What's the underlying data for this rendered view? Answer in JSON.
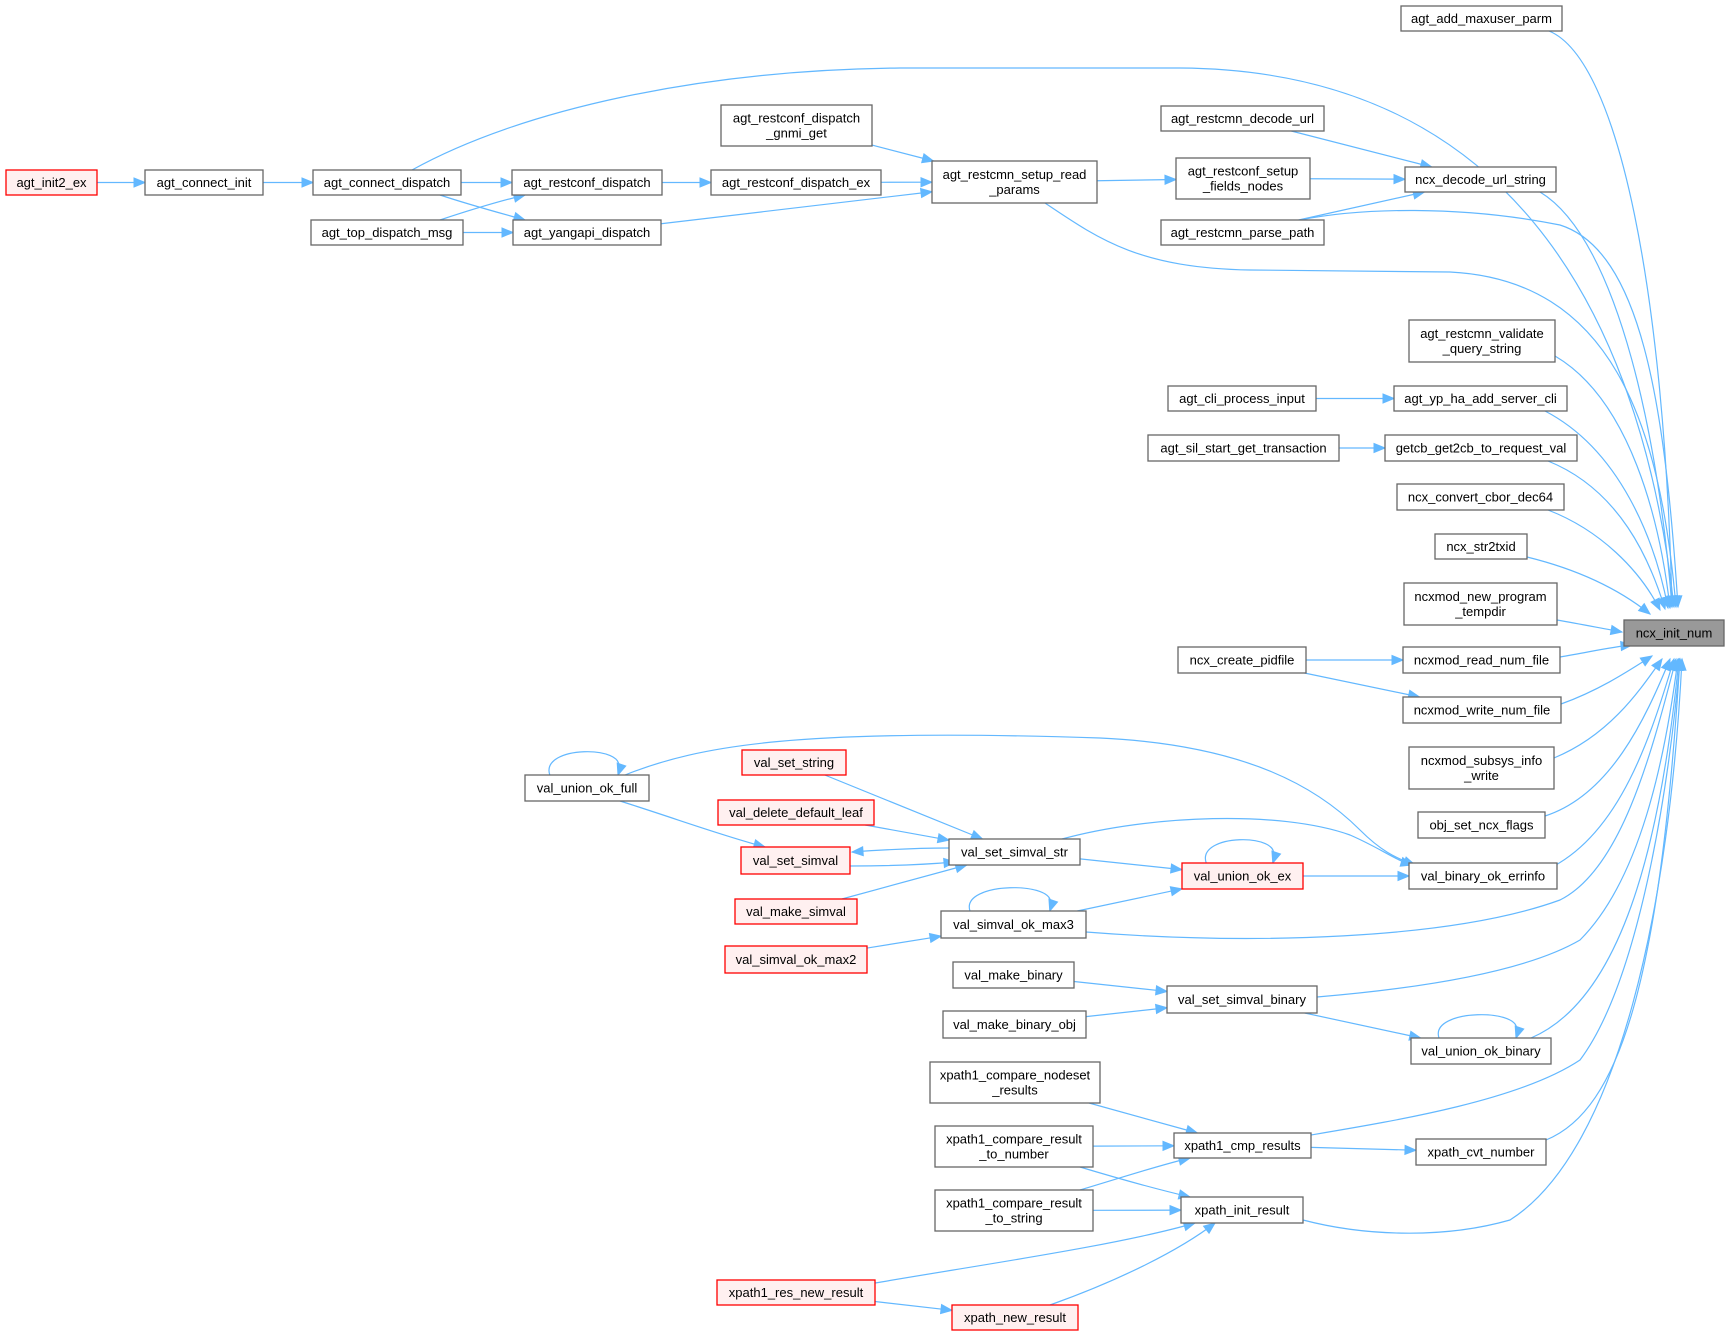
{
  "diagram": {
    "title": "Call graph of ncx_init_num",
    "colors": {
      "edge": "#63b8ff",
      "node_border": "#666666",
      "node_fill": "#ffffff",
      "truncated_border": "#ff0000",
      "truncated_fill": "#fff0f0",
      "target_fill": "#999999"
    },
    "nodes": [
      {
        "id": "ncx_init_num",
        "lines": [
          "ncx_init_num"
        ],
        "style": "target"
      },
      {
        "id": "agt_add_maxuser_parm",
        "lines": [
          "agt_add_maxuser_parm"
        ],
        "style": "normal"
      },
      {
        "id": "agt_init2_ex",
        "lines": [
          "agt_init2_ex"
        ],
        "style": "truncated"
      },
      {
        "id": "agt_connect_init",
        "lines": [
          "agt_connect_init"
        ],
        "style": "normal"
      },
      {
        "id": "agt_connect_dispatch",
        "lines": [
          "agt_connect_dispatch"
        ],
        "style": "normal"
      },
      {
        "id": "agt_restconf_dispatch",
        "lines": [
          "agt_restconf_dispatch"
        ],
        "style": "normal"
      },
      {
        "id": "agt_top_dispatch_msg",
        "lines": [
          "agt_top_dispatch_msg"
        ],
        "style": "normal"
      },
      {
        "id": "agt_yangapi_dispatch",
        "lines": [
          "agt_yangapi_dispatch"
        ],
        "style": "normal"
      },
      {
        "id": "agt_restconf_dispatch_gnmi_get",
        "lines": [
          "agt_restconf_dispatch",
          "_gnmi_get"
        ],
        "style": "normal"
      },
      {
        "id": "agt_restconf_dispatch_ex",
        "lines": [
          "agt_restconf_dispatch_ex"
        ],
        "style": "normal"
      },
      {
        "id": "agt_restcmn_setup_read_params",
        "lines": [
          "agt_restcmn_setup_read",
          "_params"
        ],
        "style": "normal"
      },
      {
        "id": "agt_restcmn_decode_url",
        "lines": [
          "agt_restcmn_decode_url"
        ],
        "style": "normal"
      },
      {
        "id": "agt_restconf_setup_fields_nodes",
        "lines": [
          "agt_restconf_setup",
          "_fields_nodes"
        ],
        "style": "normal"
      },
      {
        "id": "agt_restcmn_parse_path",
        "lines": [
          "agt_restcmn_parse_path"
        ],
        "style": "normal"
      },
      {
        "id": "ncx_decode_url_string",
        "lines": [
          "ncx_decode_url_string"
        ],
        "style": "normal"
      },
      {
        "id": "agt_restcmn_validate_query_string",
        "lines": [
          "agt_restcmn_validate",
          "_query_string"
        ],
        "style": "normal"
      },
      {
        "id": "agt_cli_process_input",
        "lines": [
          "agt_cli_process_input"
        ],
        "style": "normal"
      },
      {
        "id": "agt_yp_ha_add_server_cli",
        "lines": [
          "agt_yp_ha_add_server_cli"
        ],
        "style": "normal"
      },
      {
        "id": "agt_sil_start_get_transaction",
        "lines": [
          "agt_sil_start_get_transaction"
        ],
        "style": "normal"
      },
      {
        "id": "getcb_get2cb_to_request_val",
        "lines": [
          "getcb_get2cb_to_request_val"
        ],
        "style": "normal"
      },
      {
        "id": "ncx_convert_cbor_dec64",
        "lines": [
          "ncx_convert_cbor_dec64"
        ],
        "style": "normal"
      },
      {
        "id": "ncx_str2txid",
        "lines": [
          "ncx_str2txid"
        ],
        "style": "normal"
      },
      {
        "id": "ncxmod_new_program_tempdir",
        "lines": [
          "ncxmod_new_program",
          "_tempdir"
        ],
        "style": "normal"
      },
      {
        "id": "ncx_create_pidfile",
        "lines": [
          "ncx_create_pidfile"
        ],
        "style": "normal"
      },
      {
        "id": "ncxmod_read_num_file",
        "lines": [
          "ncxmod_read_num_file"
        ],
        "style": "normal"
      },
      {
        "id": "ncxmod_write_num_file",
        "lines": [
          "ncxmod_write_num_file"
        ],
        "style": "normal"
      },
      {
        "id": "ncxmod_subsys_info_write",
        "lines": [
          "ncxmod_subsys_info",
          "_write"
        ],
        "style": "normal"
      },
      {
        "id": "obj_set_ncx_flags",
        "lines": [
          "obj_set_ncx_flags"
        ],
        "style": "normal"
      },
      {
        "id": "val_union_ok_full",
        "lines": [
          "val_union_ok_full"
        ],
        "style": "normal"
      },
      {
        "id": "val_set_string",
        "lines": [
          "val_set_string"
        ],
        "style": "truncated"
      },
      {
        "id": "val_delete_default_leaf",
        "lines": [
          "val_delete_default_leaf"
        ],
        "style": "truncated"
      },
      {
        "id": "val_set_simval",
        "lines": [
          "val_set_simval"
        ],
        "style": "truncated"
      },
      {
        "id": "val_set_simval_str",
        "lines": [
          "val_set_simval_str"
        ],
        "style": "normal"
      },
      {
        "id": "val_make_simval",
        "lines": [
          "val_make_simval"
        ],
        "style": "truncated"
      },
      {
        "id": "val_union_ok_ex",
        "lines": [
          "val_union_ok_ex"
        ],
        "style": "truncated"
      },
      {
        "id": "val_binary_ok_errinfo",
        "lines": [
          "val_binary_ok_errinfo"
        ],
        "style": "normal"
      },
      {
        "id": "val_simval_ok_max3",
        "lines": [
          "val_simval_ok_max3"
        ],
        "style": "normal"
      },
      {
        "id": "val_simval_ok_max2",
        "lines": [
          "val_simval_ok_max2"
        ],
        "style": "truncated"
      },
      {
        "id": "val_make_binary",
        "lines": [
          "val_make_binary"
        ],
        "style": "normal"
      },
      {
        "id": "val_set_simval_binary",
        "lines": [
          "val_set_simval_binary"
        ],
        "style": "normal"
      },
      {
        "id": "val_make_binary_obj",
        "lines": [
          "val_make_binary_obj"
        ],
        "style": "normal"
      },
      {
        "id": "val_union_ok_binary",
        "lines": [
          "val_union_ok_binary"
        ],
        "style": "normal"
      },
      {
        "id": "xpath1_compare_nodeset_results",
        "lines": [
          "xpath1_compare_nodeset",
          "_results"
        ],
        "style": "normal"
      },
      {
        "id": "xpath1_cmp_results",
        "lines": [
          "xpath1_cmp_results"
        ],
        "style": "normal"
      },
      {
        "id": "xpath1_compare_result_to_number",
        "lines": [
          "xpath1_compare_result",
          "_to_number"
        ],
        "style": "normal"
      },
      {
        "id": "xpath_cvt_number",
        "lines": [
          "xpath_cvt_number"
        ],
        "style": "normal"
      },
      {
        "id": "xpath1_compare_result_to_string",
        "lines": [
          "xpath1_compare_result",
          "_to_string"
        ],
        "style": "normal"
      },
      {
        "id": "xpath_init_result",
        "lines": [
          "xpath_init_result"
        ],
        "style": "normal"
      },
      {
        "id": "xpath1_res_new_result",
        "lines": [
          "xpath1_res_new_result"
        ],
        "style": "truncated"
      },
      {
        "id": "xpath_new_result",
        "lines": [
          "xpath_new_result"
        ],
        "style": "truncated"
      }
    ],
    "edges": [
      [
        "agt_init2_ex",
        "agt_connect_init"
      ],
      [
        "agt_connect_init",
        "agt_connect_dispatch"
      ],
      [
        "agt_connect_dispatch",
        "agt_restconf_dispatch"
      ],
      [
        "agt_connect_dispatch",
        "agt_yangapi_dispatch"
      ],
      [
        "agt_connect_dispatch",
        "ncx_init_num"
      ],
      [
        "agt_top_dispatch_msg",
        "agt_restconf_dispatch"
      ],
      [
        "agt_top_dispatch_msg",
        "agt_yangapi_dispatch"
      ],
      [
        "agt_restconf_dispatch",
        "agt_restconf_dispatch_ex"
      ],
      [
        "agt_restconf_dispatch_ex",
        "agt_restcmn_setup_read_params"
      ],
      [
        "agt_restconf_dispatch_gnmi_get",
        "agt_restcmn_setup_read_params"
      ],
      [
        "agt_yangapi_dispatch",
        "agt_restcmn_setup_read_params"
      ],
      [
        "agt_restcmn_setup_read_params",
        "agt_restconf_setup_fields_nodes"
      ],
      [
        "agt_restcmn_setup_read_params",
        "ncx_init_num"
      ],
      [
        "agt_restcmn_decode_url",
        "ncx_decode_url_string"
      ],
      [
        "agt_restconf_setup_fields_nodes",
        "ncx_decode_url_string"
      ],
      [
        "agt_restcmn_parse_path",
        "ncx_decode_url_string"
      ],
      [
        "agt_restcmn_parse_path",
        "ncx_init_num"
      ],
      [
        "ncx_decode_url_string",
        "ncx_init_num"
      ],
      [
        "agt_add_maxuser_parm",
        "ncx_init_num"
      ],
      [
        "agt_restcmn_validate_query_string",
        "ncx_init_num"
      ],
      [
        "agt_cli_process_input",
        "agt_yp_ha_add_server_cli"
      ],
      [
        "agt_yp_ha_add_server_cli",
        "ncx_init_num"
      ],
      [
        "agt_sil_start_get_transaction",
        "getcb_get2cb_to_request_val"
      ],
      [
        "getcb_get2cb_to_request_val",
        "ncx_init_num"
      ],
      [
        "ncx_convert_cbor_dec64",
        "ncx_init_num"
      ],
      [
        "ncx_str2txid",
        "ncx_init_num"
      ],
      [
        "ncxmod_new_program_tempdir",
        "ncx_init_num"
      ],
      [
        "ncx_create_pidfile",
        "ncxmod_read_num_file"
      ],
      [
        "ncx_create_pidfile",
        "ncxmod_write_num_file"
      ],
      [
        "ncxmod_read_num_file",
        "ncx_init_num"
      ],
      [
        "ncxmod_write_num_file",
        "ncx_init_num"
      ],
      [
        "ncxmod_subsys_info_write",
        "ncx_init_num"
      ],
      [
        "obj_set_ncx_flags",
        "ncx_init_num"
      ],
      [
        "val_union_ok_full",
        "val_union_ok_full"
      ],
      [
        "val_union_ok_full",
        "val_set_simval"
      ],
      [
        "val_union_ok_full",
        "val_binary_ok_errinfo"
      ],
      [
        "val_set_string",
        "val_set_simval_str"
      ],
      [
        "val_delete_default_leaf",
        "val_set_simval_str"
      ],
      [
        "val_set_simval",
        "val_set_simval_str"
      ],
      [
        "val_set_simval_str",
        "val_set_simval"
      ],
      [
        "val_make_simval",
        "val_set_simval_str"
      ],
      [
        "val_set_simval_str",
        "val_union_ok_ex"
      ],
      [
        "val_set_simval_str",
        "val_binary_ok_errinfo"
      ],
      [
        "val_union_ok_ex",
        "val_union_ok_ex"
      ],
      [
        "val_union_ok_ex",
        "val_binary_ok_errinfo"
      ],
      [
        "val_simval_ok_max3",
        "val_simval_ok_max3"
      ],
      [
        "val_simval_ok_max3",
        "val_union_ok_ex"
      ],
      [
        "val_simval_ok_max3",
        "ncx_init_num"
      ],
      [
        "val_simval_ok_max2",
        "val_simval_ok_max3"
      ],
      [
        "val_binary_ok_errinfo",
        "ncx_init_num"
      ],
      [
        "val_make_binary",
        "val_set_simval_binary"
      ],
      [
        "val_make_binary_obj",
        "val_set_simval_binary"
      ],
      [
        "val_set_simval_binary",
        "val_union_ok_binary"
      ],
      [
        "val_set_simval_binary",
        "ncx_init_num"
      ],
      [
        "val_union_ok_binary",
        "val_union_ok_binary"
      ],
      [
        "val_union_ok_binary",
        "ncx_init_num"
      ],
      [
        "xpath1_compare_nodeset_results",
        "xpath1_cmp_results"
      ],
      [
        "xpath1_compare_result_to_number",
        "xpath1_cmp_results"
      ],
      [
        "xpath1_compare_result_to_number",
        "xpath_init_result"
      ],
      [
        "xpath1_compare_result_to_string",
        "xpath1_cmp_results"
      ],
      [
        "xpath1_compare_result_to_string",
        "xpath_init_result"
      ],
      [
        "xpath1_cmp_results",
        "xpath_cvt_number"
      ],
      [
        "xpath1_cmp_results",
        "ncx_init_num"
      ],
      [
        "xpath_cvt_number",
        "ncx_init_num"
      ],
      [
        "xpath_init_result",
        "ncx_init_num"
      ],
      [
        "xpath1_res_new_result",
        "xpath_init_result"
      ],
      [
        "xpath1_res_new_result",
        "xpath_new_result"
      ],
      [
        "xpath_new_result",
        "xpath_init_result"
      ]
    ]
  }
}
